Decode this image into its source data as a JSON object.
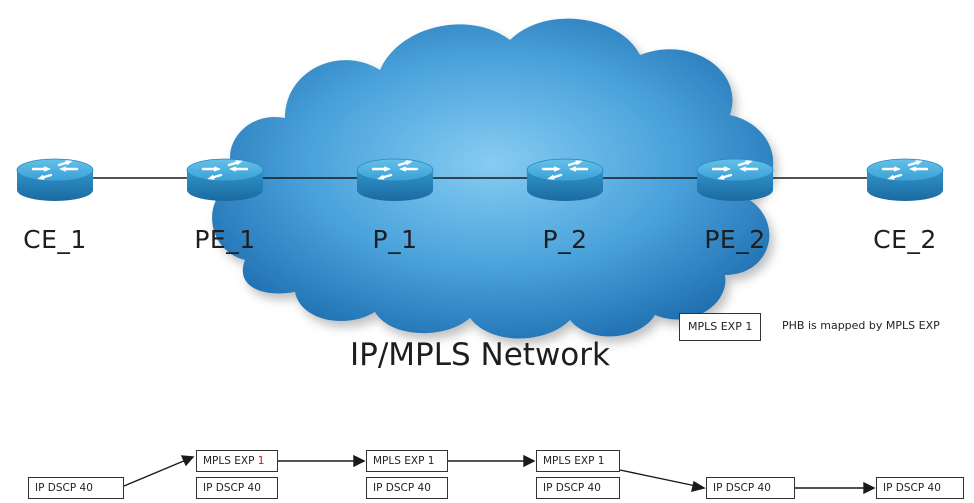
{
  "nodes": [
    {
      "id": "ce1",
      "label": "CE_1"
    },
    {
      "id": "pe1",
      "label": "PE_1"
    },
    {
      "id": "p1",
      "label": "P_1"
    },
    {
      "id": "p2",
      "label": "P_2"
    },
    {
      "id": "pe2",
      "label": "PE_2"
    },
    {
      "id": "ce2",
      "label": "CE_2"
    }
  ],
  "network_title": "IP/MPLS Network",
  "legend": {
    "box_label": "MPLS EXP 1",
    "description": "PHB is mapped by MPLS EXP"
  },
  "label_stacks": [
    {
      "labels": [
        "IP DSCP 40"
      ]
    },
    {
      "labels": [
        "MPLS EXP ",
        "IP DSCP 40"
      ],
      "highlight": "1"
    },
    {
      "labels": [
        "MPLS EXP 1",
        "IP DSCP 40"
      ]
    },
    {
      "labels": [
        "MPLS EXP 1",
        "IP DSCP 40"
      ]
    },
    {
      "labels": [
        "IP DSCP 40"
      ]
    },
    {
      "labels": [
        "IP DSCP 40"
      ]
    }
  ],
  "colors": {
    "cloud_center": "#7cc3ee",
    "cloud_edge": "#1f6fb0",
    "router_body": "#2a8ac2",
    "router_top": "#4fb3e3"
  }
}
